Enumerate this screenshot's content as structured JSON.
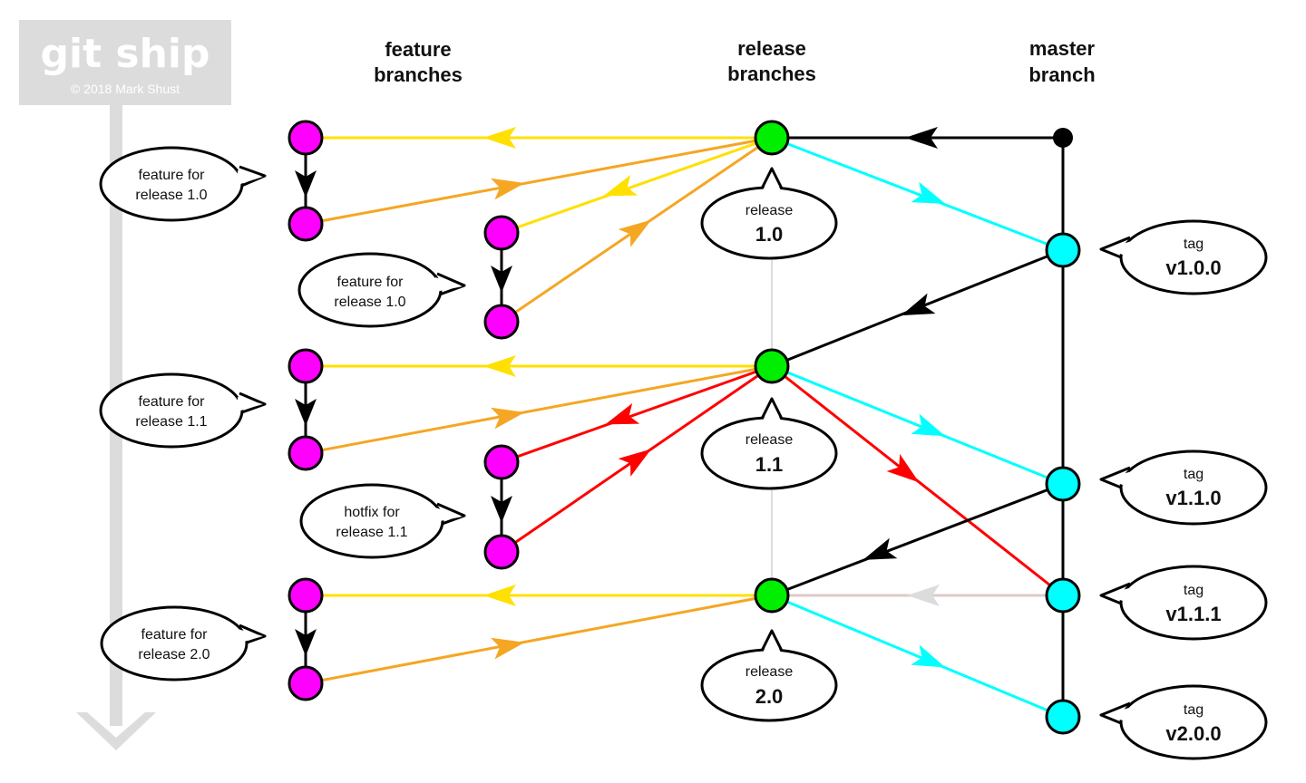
{
  "logo": {
    "title": "git ship",
    "copyright": "© 2018 Mark Shust"
  },
  "headers": {
    "feature": [
      "feature",
      "branches"
    ],
    "release": [
      "release",
      "branches"
    ],
    "master": [
      "master",
      "branch"
    ]
  },
  "feature_bubbles": [
    [
      "feature for",
      "release 1.0"
    ],
    [
      "feature for",
      "release 1.0"
    ],
    [
      "feature for",
      "release 1.1"
    ],
    [
      "hotfix for",
      "release 1.1"
    ],
    [
      "feature for",
      "release 2.0"
    ]
  ],
  "release_bubbles": [
    {
      "label": "release",
      "version": "1.0"
    },
    {
      "label": "release",
      "version": "1.1"
    },
    {
      "label": "release",
      "version": "2.0"
    }
  ],
  "tag_bubbles": [
    {
      "label": "tag",
      "version": "v1.0.0"
    },
    {
      "label": "tag",
      "version": "v1.1.0"
    },
    {
      "label": "tag",
      "version": "v1.1.1"
    },
    {
      "label": "tag",
      "version": "v2.0.0"
    }
  ],
  "colors": {
    "feature_node": "#ff00ff",
    "release_node": "#00ee00",
    "tag_node": "#00ffff",
    "yellow_line": "#ffe000",
    "orange_line": "#f5a623",
    "cyan_line": "#00ffff",
    "red_line": "#ff0000",
    "black_line": "#000000",
    "grey_line": "#dcdcdc",
    "logo_bg": "#dcdcdc"
  }
}
